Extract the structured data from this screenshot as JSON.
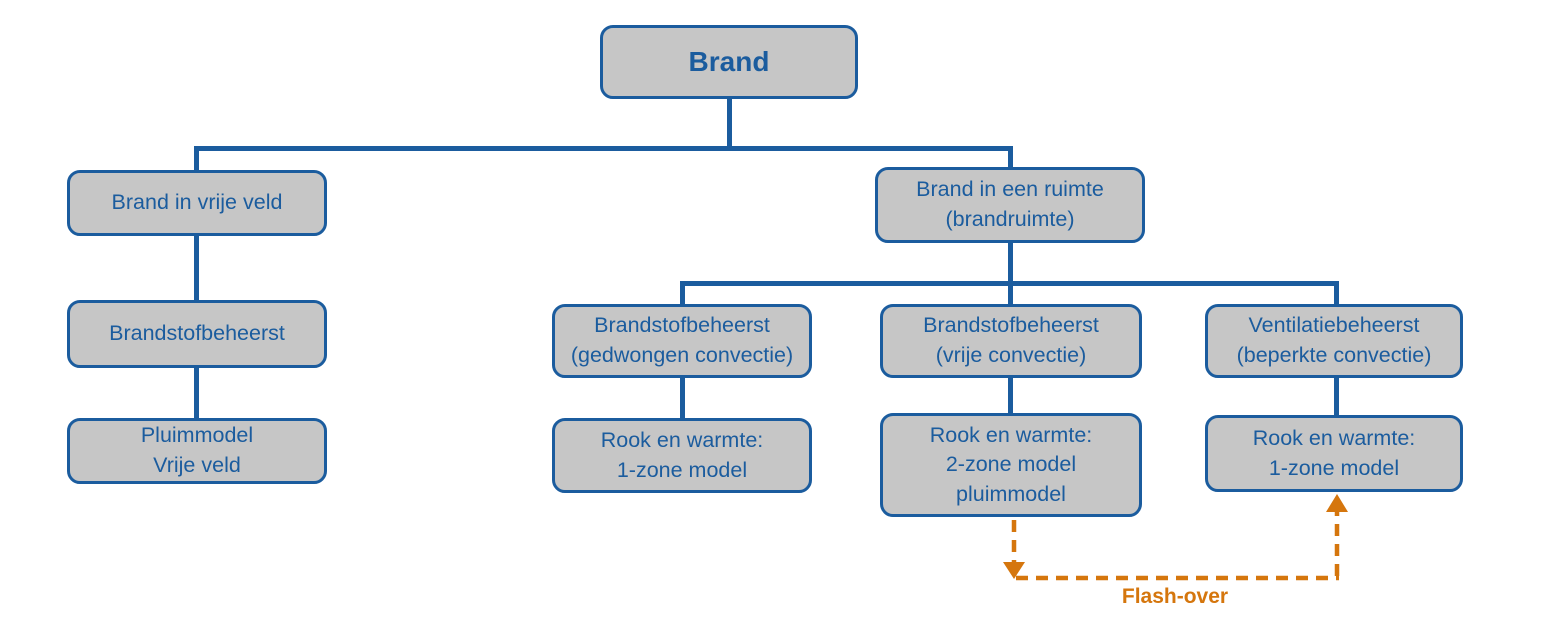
{
  "diagram": {
    "nodes": {
      "brand": {
        "label": "Brand"
      },
      "vrije_veld": {
        "label": "Brand in vrije veld"
      },
      "ruimte": {
        "label": "Brand in een ruimte\n(brandruimte)"
      },
      "brandstof": {
        "label": "Brandstofbeheerst"
      },
      "pluimmodel": {
        "label": "Pluimmodel\nVrije veld"
      },
      "gedwongen": {
        "label": "Brandstofbeheerst\n(gedwongen convectie)"
      },
      "vrije_conv": {
        "label": "Brandstofbeheerst\n(vrije convectie)"
      },
      "ventilatie": {
        "label": "Ventilatiebeheerst\n(beperkte convectie)"
      },
      "rook_1zone_a": {
        "label": "Rook en warmte:\n1-zone model"
      },
      "rook_2zone": {
        "label": "Rook en warmte:\n2-zone model\npluimmodel"
      },
      "rook_1zone_b": {
        "label": "Rook en warmte:\n1-zone model"
      }
    },
    "annotations": {
      "flash_over": "Flash-over"
    },
    "colors": {
      "node_fill": "#c6c6c6",
      "node_border": "#1b5c9e",
      "node_text": "#1b5c9e",
      "connector": "#1b5c9e",
      "flash_over_arrow": "#d5760d",
      "background": "#ffffff"
    }
  }
}
